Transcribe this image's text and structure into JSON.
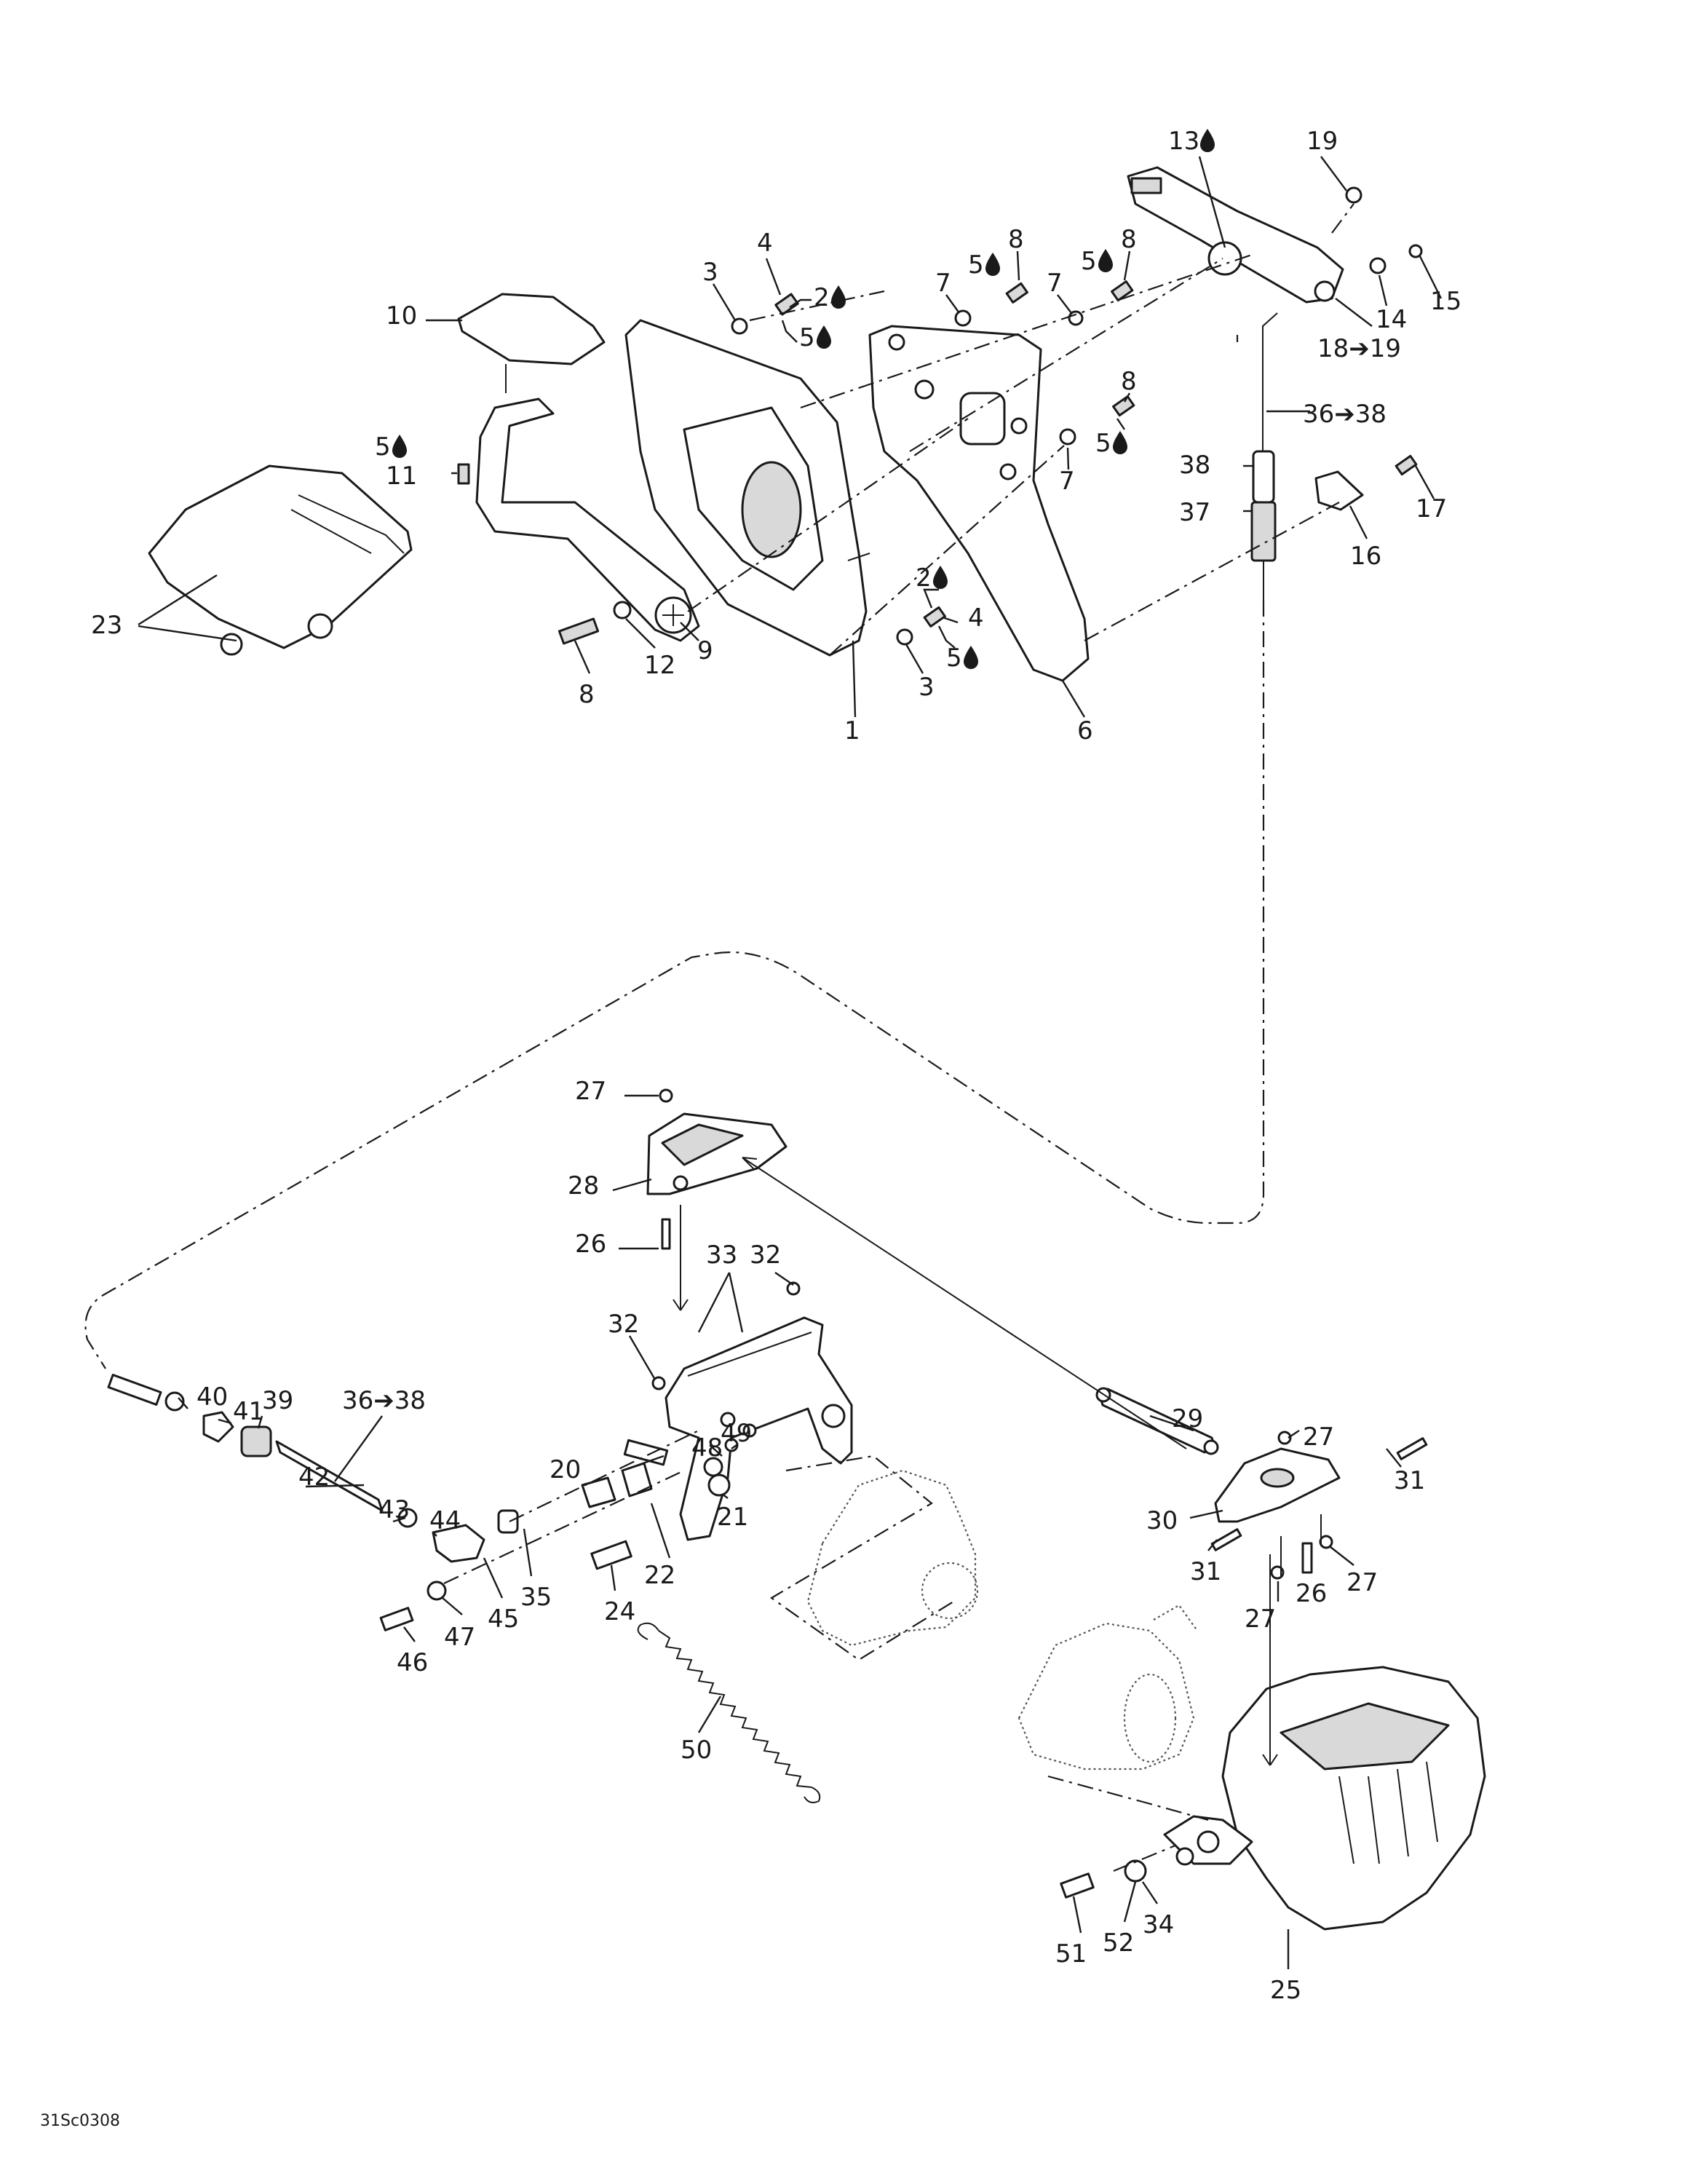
{
  "drawing_code": "31Sc0308",
  "callouts": [
    {
      "id": "c13",
      "text": "13",
      "drop": true
    },
    {
      "id": "c19a",
      "text": "19"
    },
    {
      "id": "c4a",
      "text": "4"
    },
    {
      "id": "c3a",
      "text": "3"
    },
    {
      "id": "c2a",
      "text": "2",
      "drop": true
    },
    {
      "id": "c5a",
      "text": "5",
      "drop": true
    },
    {
      "id": "c8a",
      "text": "8"
    },
    {
      "id": "c5b",
      "text": "5",
      "drop": true
    },
    {
      "id": "c7a",
      "text": "7"
    },
    {
      "id": "c8b",
      "text": "8"
    },
    {
      "id": "c5c",
      "text": "5",
      "drop": true
    },
    {
      "id": "c7b",
      "text": "7"
    },
    {
      "id": "c15",
      "text": "15"
    },
    {
      "id": "c14",
      "text": "14"
    },
    {
      "id": "c18",
      "text": "18➔19"
    },
    {
      "id": "c10",
      "text": "10"
    },
    {
      "id": "c8c",
      "text": "8"
    },
    {
      "id": "c5d",
      "text": "5",
      "drop": true
    },
    {
      "id": "c7c",
      "text": "7"
    },
    {
      "id": "c36a",
      "text": "36➔38"
    },
    {
      "id": "c5e",
      "text": "5",
      "drop": true
    },
    {
      "id": "c11",
      "text": "11"
    },
    {
      "id": "c38",
      "text": "38"
    },
    {
      "id": "c37",
      "text": "37"
    },
    {
      "id": "c17",
      "text": "17"
    },
    {
      "id": "c16",
      "text": "16"
    },
    {
      "id": "c2b",
      "text": "2",
      "drop": true
    },
    {
      "id": "c4b",
      "text": "4"
    },
    {
      "id": "c5f",
      "text": "5",
      "drop": true
    },
    {
      "id": "c23",
      "text": "23"
    },
    {
      "id": "c12",
      "text": "12"
    },
    {
      "id": "c9",
      "text": "9"
    },
    {
      "id": "c3b",
      "text": "3"
    },
    {
      "id": "c8d",
      "text": "8"
    },
    {
      "id": "c1",
      "text": "1"
    },
    {
      "id": "c6",
      "text": "6"
    },
    {
      "id": "c27a",
      "text": "27"
    },
    {
      "id": "c28",
      "text": "28"
    },
    {
      "id": "c26a",
      "text": "26"
    },
    {
      "id": "c33",
      "text": "33"
    },
    {
      "id": "c32a",
      "text": "32"
    },
    {
      "id": "c32b",
      "text": "32"
    },
    {
      "id": "c29",
      "text": "29"
    },
    {
      "id": "c40",
      "text": "40"
    },
    {
      "id": "c41",
      "text": "41"
    },
    {
      "id": "c39",
      "text": "39"
    },
    {
      "id": "c36b",
      "text": "36➔38"
    },
    {
      "id": "c49",
      "text": "49"
    },
    {
      "id": "c48",
      "text": "48"
    },
    {
      "id": "c42",
      "text": "42"
    },
    {
      "id": "c20",
      "text": "20"
    },
    {
      "id": "c27b",
      "text": "27"
    },
    {
      "id": "c31a",
      "text": "31"
    },
    {
      "id": "c43",
      "text": "43"
    },
    {
      "id": "c44",
      "text": "44"
    },
    {
      "id": "c21",
      "text": "21"
    },
    {
      "id": "c30",
      "text": "30"
    },
    {
      "id": "c27c",
      "text": "27"
    },
    {
      "id": "c22",
      "text": "22"
    },
    {
      "id": "c35",
      "text": "35"
    },
    {
      "id": "c24",
      "text": "24"
    },
    {
      "id": "c31b",
      "text": "31"
    },
    {
      "id": "c26b",
      "text": "26"
    },
    {
      "id": "c27d",
      "text": "27"
    },
    {
      "id": "c45",
      "text": "45"
    },
    {
      "id": "c47",
      "text": "47"
    },
    {
      "id": "c46",
      "text": "46"
    },
    {
      "id": "c50",
      "text": "50"
    },
    {
      "id": "c34",
      "text": "34"
    },
    {
      "id": "c52",
      "text": "52"
    },
    {
      "id": "c51",
      "text": "51"
    },
    {
      "id": "c25",
      "text": "25"
    }
  ]
}
